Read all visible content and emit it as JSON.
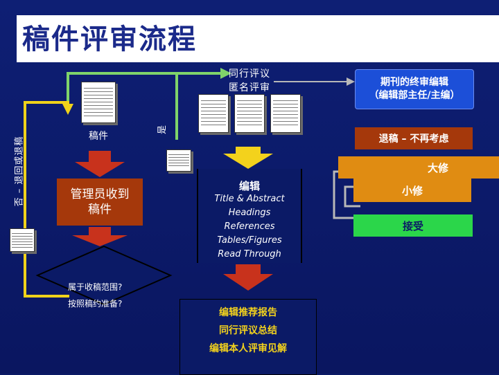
{
  "title": "稿件评审流程",
  "colors": {
    "background": "#0b1a66",
    "title_text": "#1b2a8a",
    "arrow_red": "#c8321c",
    "box_brown": "#a5380b",
    "box_orange": "#e08c12",
    "box_green": "#2bd64a",
    "line_green": "#7fd46a",
    "line_yellow": "#f0d21a",
    "bottom_text": "#f3d21c"
  },
  "left": {
    "manuscript_label": "稿件",
    "receive_box": "管理员收到\n稿件",
    "reject_label": "否 – 退回或退稿",
    "yes_label": "是",
    "q1": "属于收稿范围?",
    "q2": "按照稿约准备?"
  },
  "peer": {
    "line1": "同行评议",
    "line2": "匿名评审"
  },
  "editor": {
    "title": "编辑",
    "items": [
      "Title & Abstract",
      "Headings",
      "References",
      "Tables/Figures",
      "Read Through"
    ]
  },
  "report": {
    "items": [
      "编辑推荐报告",
      "同行评议总结",
      "编辑本人评审见解"
    ]
  },
  "right": {
    "final_editor": "期刊的终审编辑\n（编辑部主任/主编）",
    "reject": "退稿 – 不再考虑",
    "major": "大修",
    "minor": "小修",
    "accept": "接受"
  }
}
